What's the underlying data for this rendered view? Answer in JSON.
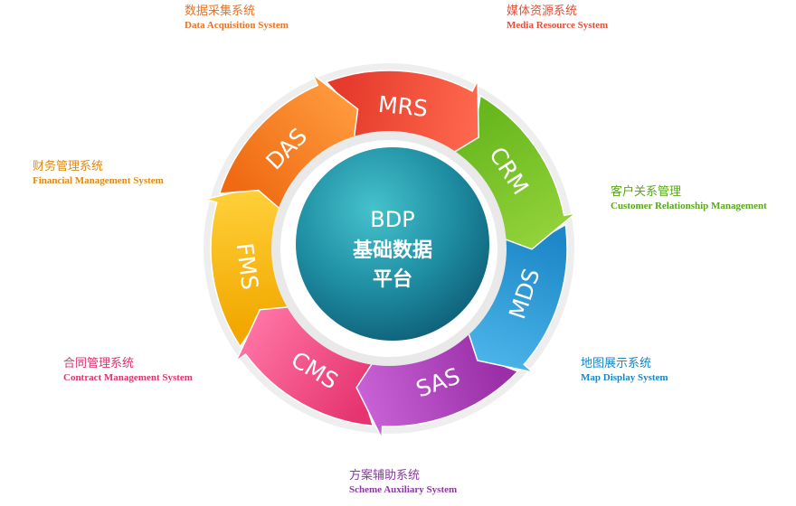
{
  "center": {
    "title": "BDP",
    "line1": "基础数据",
    "line2": "平台"
  },
  "segments": [
    {
      "code": "DAS",
      "zh": "数据采集系统",
      "en": "Data Acquisition System",
      "color": "#ef6a12",
      "light": "#ff9a3d",
      "label_color": "#e5742a"
    },
    {
      "code": "MRS",
      "zh": "媒体资源系统",
      "en": "Media Resource System",
      "color": "#e53a2c",
      "light": "#ff6a4e",
      "label_color": "#e0503a"
    },
    {
      "code": "CRM",
      "zh": "客户关系管理",
      "en": "Customer Relationship Management",
      "color": "#67b71d",
      "light": "#93d23a",
      "label_color": "#5aa61c"
    },
    {
      "code": "MDS",
      "zh": "地图展示系统",
      "en": "Map Display System",
      "color": "#1d87c8",
      "light": "#4bb4e8",
      "label_color": "#1a86c3"
    },
    {
      "code": "SAS",
      "zh": "方案辅助系统",
      "en": "Scheme  Auxiliary System",
      "color": "#9a2fa8",
      "light": "#c862d6",
      "label_color": "#8a3aa0"
    },
    {
      "code": "CMS",
      "zh": "合同管理系统",
      "en": "Contract Management System",
      "color": "#e5346f",
      "light": "#ff74a4",
      "label_color": "#e0346c"
    },
    {
      "code": "FMS",
      "zh": "财务管理系统",
      "en": "Financial Management System",
      "color": "#f2a800",
      "light": "#ffd13b",
      "label_color": "#e08a14"
    }
  ]
}
